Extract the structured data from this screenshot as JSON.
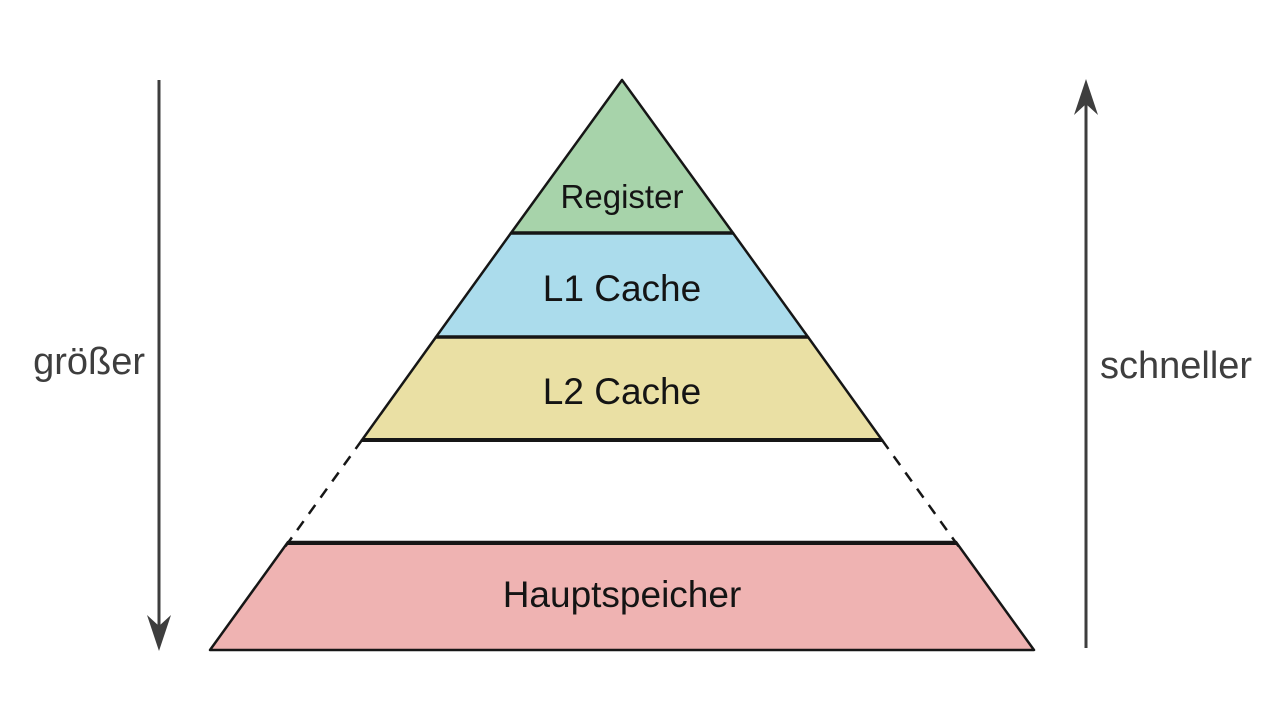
{
  "pyramid": {
    "layers": [
      {
        "label": "Register",
        "color": "#a7d3aa"
      },
      {
        "label": "L1 Cache",
        "color": "#abdcec"
      },
      {
        "label": "L2 Cache",
        "color": "#eae0a4"
      },
      {
        "label": "Hauptspeicher",
        "color": "#efb3b2"
      }
    ],
    "outline_color": "#161616"
  },
  "annotations": {
    "left": {
      "label": "größer",
      "arrow_direction": "down"
    },
    "right": {
      "label": "schneller",
      "arrow_direction": "up"
    }
  },
  "colors": {
    "arrow": "#3e3e3e",
    "background": "#ffffff"
  }
}
